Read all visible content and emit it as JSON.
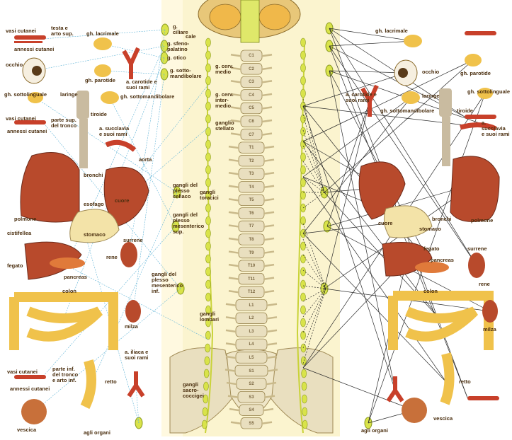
{
  "colors": {
    "parasympathetic_lines": "#5fb3d6",
    "sympathetic_lines": "#2b2b2b",
    "ganglion": "#d9e34a",
    "bone": "#e9dfbf",
    "artery": "#c8402a",
    "organ_red": "#b84a2c",
    "organ_yellow": "#f0c24b",
    "center_band": "#fbf4cf"
  },
  "labels": {
    "left": {
      "vasi_cutanei": "vasi cutanei",
      "testa_arto": "testa e arto sup.",
      "annessi": "annessi cutanei",
      "gh_lacrimale": "gh. lacrimale",
      "occhio": "occhio",
      "gh_parotide": "gh. parotide",
      "a_carotide": "a. carotide e suoi rami",
      "gh_sottolinguale": "gh. sottolinguale",
      "laringe": "laringe",
      "gh_sottomandibolare": "gh. sottomandibolare",
      "tiroide": "tiroide",
      "vasi_cutanei_2": "vasi cutanei",
      "parte_sup_tronco": "parte sup. del tronco",
      "annessi_2": "annessi cutanei",
      "a_succlavia": "a. succlavia e suoi rami",
      "aorta": "aorta",
      "bronchi": "bronchi",
      "cuore": "cuore",
      "esofago": "esofago",
      "polmone": "polmone",
      "stomaco": "stomaco",
      "cistifellea": "cistifellea",
      "surrene": "surrene",
      "fegato": "fegato",
      "rene": "rene",
      "pancreas": "pancreas",
      "colon": "colon",
      "milza": "milza",
      "vasi_cutanei_3": "vasi cutanei",
      "parte_inf_tronco": "parte inf. del tronco e arto inf.",
      "annessi_3": "annessi cutanei",
      "a_iliaca": "a. iliaca e suoi rami",
      "retto": "retto",
      "vescica": "vescica",
      "agli_organi": "agli organi"
    },
    "center": {
      "g_ciliare": "g. ciliare",
      "g_sfeno": "g. sfeno-palatino",
      "g_otico": "g. otico",
      "g_sottomandibolare": "g. sotto-mandibolare",
      "g_cerv_medio": "g. cerv. medio",
      "g_cerv_intermedio": "g. cerv. inter-medio",
      "ganglio_stellato": "ganglio stellato",
      "gangli_celiaco": "gangli del plesso celiaco",
      "gangli_mesenterico_sup": "gangli del plesso mesenterico sup.",
      "gangli_toracici": "gangli toracici",
      "gangli_mesenterico_inf": "gangli del plesso mesenterico inf.",
      "gangli_lombari": "gangli lombari",
      "gangli_sacro": "gangli sacro-coccigei",
      "cale": "cale"
    },
    "right": {
      "gh_lacrimale": "gh. lacrimale",
      "occhio": "occhio",
      "gh_parotide": "gh. parotide",
      "a_carotide": "a. carotide e suoi rami",
      "laringe": "laringe",
      "gh_sottomandibolare": "gh. sottomandibolare",
      "gh_sottolinguale": "gh. sottolinguale",
      "tiroide": "tiroide",
      "a_succlavia": "a. succlavia e suoi rami",
      "cuore": "cuore",
      "bronchi": "bronchi",
      "polmone": "polmone",
      "stomaco": "stomaco",
      "fegato": "fegato",
      "surrene": "surrene",
      "pancreas": "pancreas",
      "rene": "rene",
      "colon": "colon",
      "milza": "milza",
      "retto": "retto",
      "vescica": "vescica",
      "agli_organi": "agli organi"
    }
  },
  "vertebrae": [
    "C1",
    "C2",
    "C3",
    "C4",
    "C5",
    "C6",
    "C7",
    "T1",
    "T2",
    "T3",
    "T4",
    "T5",
    "T6",
    "T7",
    "T8",
    "T9",
    "T10",
    "T11",
    "T12",
    "L1",
    "L2",
    "L3",
    "L4",
    "L5",
    "S1",
    "S2",
    "S3",
    "S4",
    "S5"
  ]
}
